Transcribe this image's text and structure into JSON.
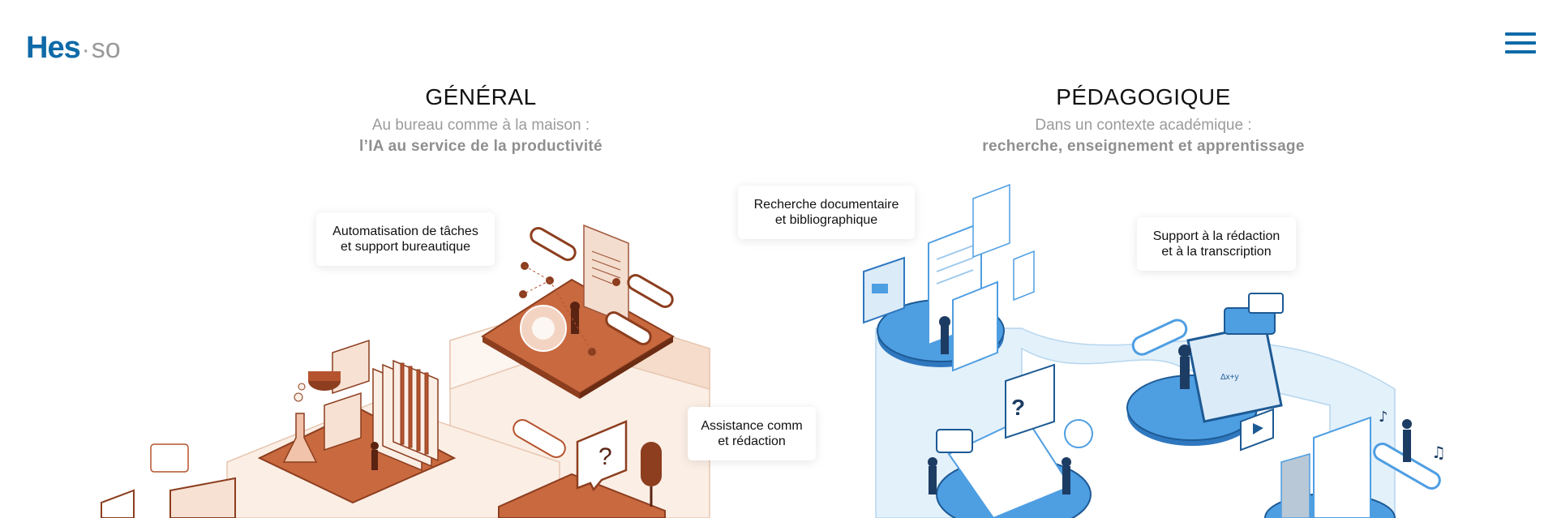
{
  "header": {
    "logo": {
      "main": "Hes",
      "dot": "·",
      "suffix": "so"
    },
    "menu_icon": "hamburger-menu-icon"
  },
  "sections": [
    {
      "title": "GÉNÉRAL",
      "subtitle": "Au bureau comme à la maison :",
      "subtitle_bold": "l’IA au service de la productivité"
    },
    {
      "title": "PÉDAGOGIQUE",
      "subtitle": "Dans un contexte académique :",
      "subtitle_bold": "recherche, enseignement et apprentissage"
    }
  ],
  "cards": {
    "automation": {
      "line1": "Automatisation de tâches",
      "line2": "et support bureautique"
    },
    "assistance": {
      "line1": "Assistance comm",
      "line2": "et rédaction"
    },
    "research": {
      "line1": "Recherche documentaire",
      "line2": "et bibliographique"
    },
    "writing": {
      "line1": "Support à la rédaction",
      "line2": "et à la transcription"
    }
  },
  "colors": {
    "brand_blue": "#0f6aa8",
    "general_accent": "#b5532f",
    "general_light": "#f7e1d3",
    "pedagogic_accent": "#3d8fd6",
    "pedagogic_light": "#d9ecf8"
  }
}
